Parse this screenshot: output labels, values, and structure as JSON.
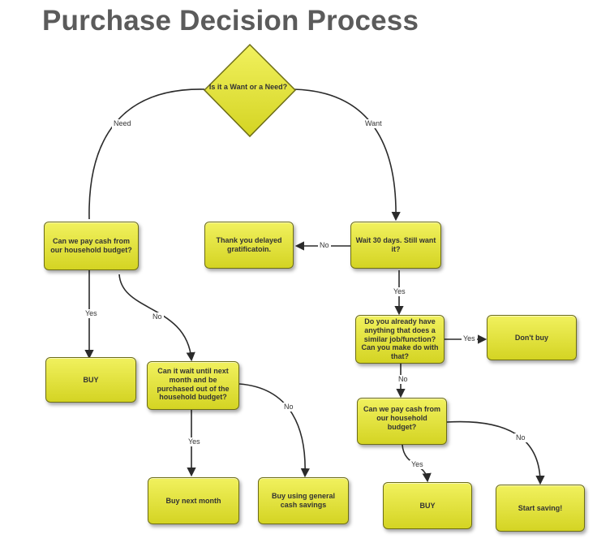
{
  "title": "Purchase Decision Process",
  "nodes": {
    "want_or_need": "Is it a Want or a Need?",
    "can_pay_cash_left": "Can we pay cash from our household budget?",
    "thank_you": "Thank you delayed gratificatoin.",
    "wait_30_days": "Wait 30 days. Still want it?",
    "buy_left": "BUY",
    "wait_next_month": "Can it wait until next month and be purchased out of the household budget?",
    "already_have": "Do you already have anything that does a similar job/function? Can you make do with that?",
    "dont_buy": "Don't buy",
    "can_pay_cash_right": "Can we pay cash from our household budget?",
    "buy_next_month": "Buy next month",
    "buy_general_cash": "Buy using general cash savings",
    "buy_right": "BUY",
    "start_saving": "Start saving!"
  },
  "labels": {
    "need": "Need",
    "want": "Want",
    "no_thank": "No",
    "yes_wait30": "Yes",
    "yes_buy_left": "Yes",
    "no_wait_month": "No",
    "yes_dontbuy": "Yes",
    "no_already": "No",
    "yes_next_month": "Yes",
    "no_general": "No",
    "yes_buy_right": "Yes",
    "no_saving": "No"
  },
  "colors": {
    "box_fill": "#e3e33a",
    "box_border": "#6d6d16",
    "connector": "#2b2b2b",
    "title": "#5b5b5b"
  }
}
